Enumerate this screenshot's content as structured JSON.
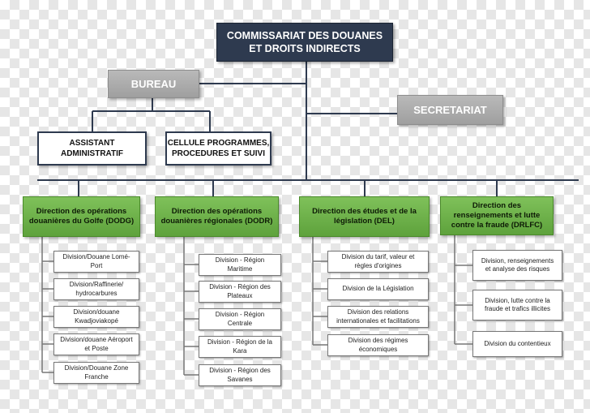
{
  "root": {
    "line1": "COMMISSARIAT DES DOUANES",
    "line2": "ET DROITS INDIRECTS"
  },
  "bureau": "BUREAU",
  "secretariat": "SECRETARIAT",
  "assistant": {
    "line1": "ASSISTANT",
    "line2": "ADMINISTRATIF"
  },
  "cellule": {
    "line1": "CELLULE PROGRAMMES,",
    "line2": "PROCEDURES ET SUIVI"
  },
  "directions": [
    {
      "lines": [
        "Direction des opérations",
        "douanières du Golfe (DODG)"
      ],
      "divisions": [
        [
          "Division/Douane Lomé-",
          "Port"
        ],
        [
          "Division/Raffinerie/",
          "hydrocarbures"
        ],
        [
          "Division/douane",
          "Kwadjoviakopé"
        ],
        [
          "Division/douane Aéroport",
          "et Poste"
        ],
        [
          "Division/Douane Zone",
          "Franche"
        ]
      ]
    },
    {
      "lines": [
        "Direction des opérations",
        "douanières régionales (DODR)"
      ],
      "divisions": [
        [
          "Division - Région",
          "Maritime"
        ],
        [
          "Division - Région des",
          "Plateaux"
        ],
        [
          "Division - Région",
          "Centrale"
        ],
        [
          "Division - Région de la",
          "Kara"
        ],
        [
          "Division - Région des",
          "Savanes"
        ]
      ]
    },
    {
      "lines": [
        "Direction des études et de la",
        "législation (DEL)"
      ],
      "divisions": [
        [
          "Division du tarif, valeur et",
          "règles d'origines"
        ],
        [
          "Division de la Législation"
        ],
        [
          "Division des relations",
          "internationales et facilitations"
        ],
        [
          "Division des régimes",
          "économiques"
        ]
      ]
    },
    {
      "lines": [
        "Direction des",
        "renseignements et lutte",
        "contre la fraude (DRLFC)"
      ],
      "divisions": [
        [
          "Division, renseignements",
          "et analyse des risques"
        ],
        [
          "Division, lutte contre la",
          "fraude et trafics illicites"
        ],
        [
          "Division du contentieux"
        ]
      ]
    }
  ]
}
